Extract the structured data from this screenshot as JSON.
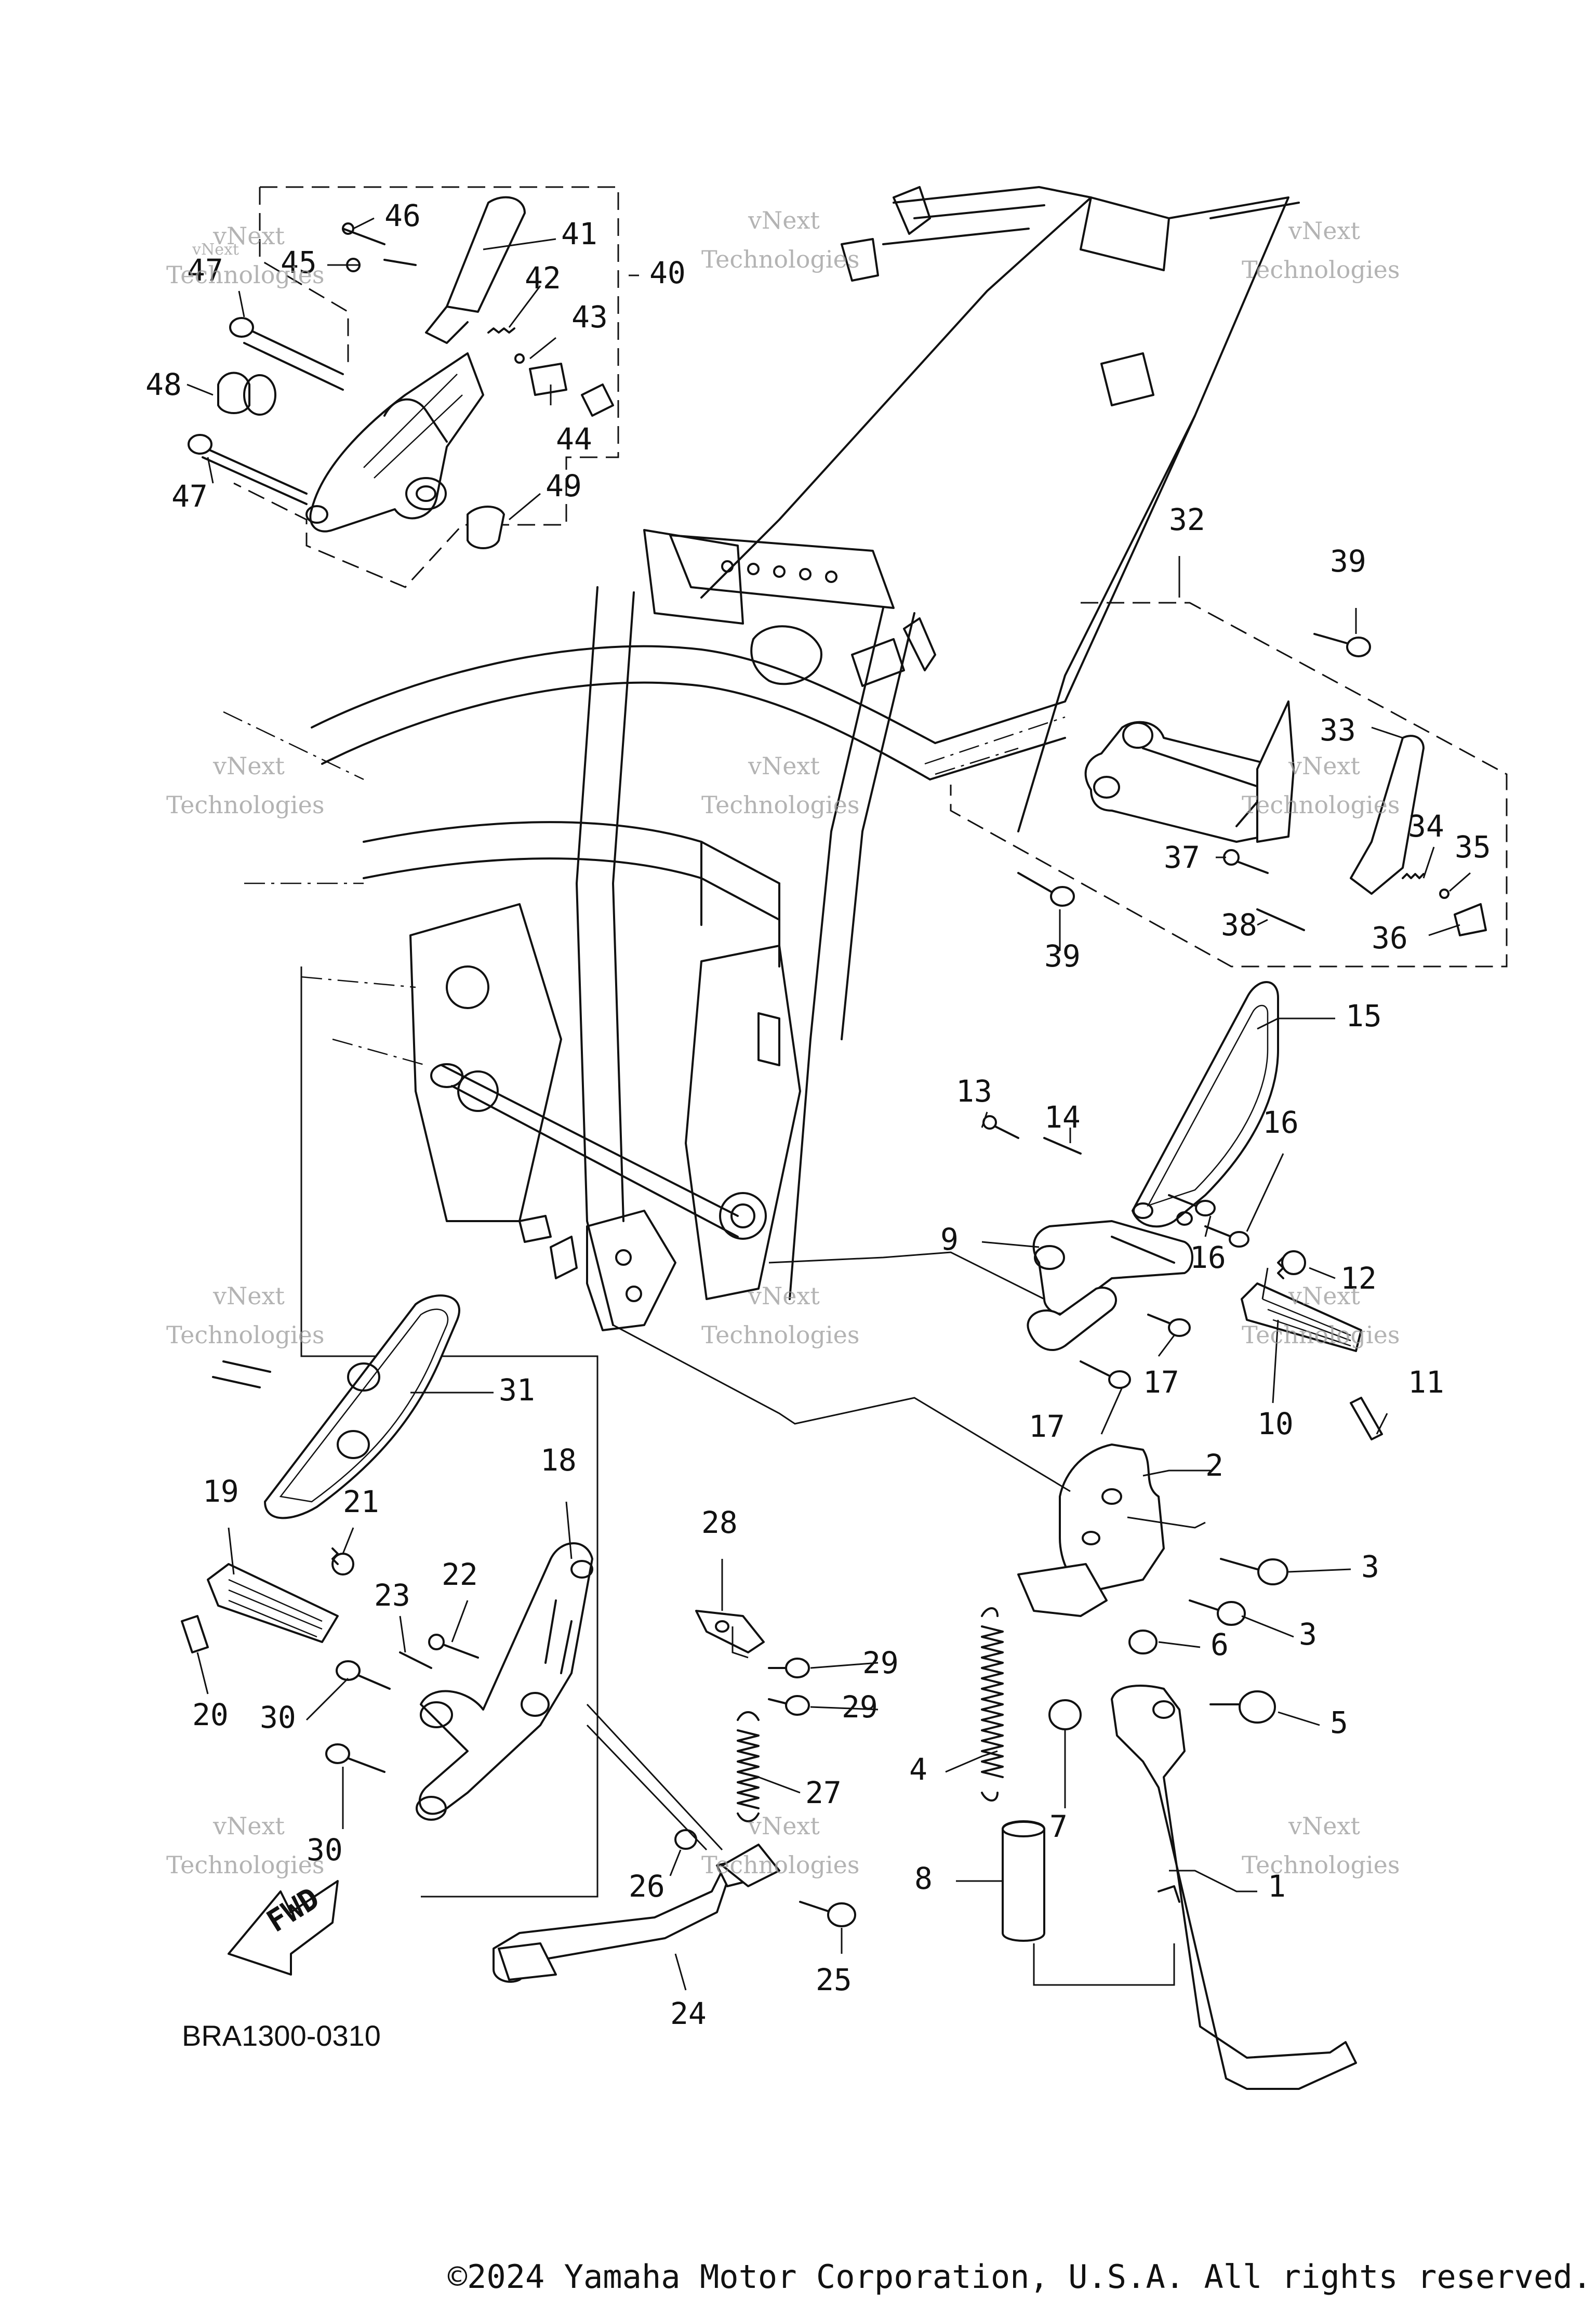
{
  "diagram_code": "BRA1300-0310",
  "copyright": "©2024 Yamaha Motor Corporation, U.S.A. All rights reserved.",
  "fwd_label": "FWD",
  "watermark": {
    "line1": "vNext",
    "line2": "Technologies"
  },
  "callouts": [
    "1",
    "2",
    "3",
    "3",
    "4",
    "5",
    "6",
    "7",
    "8",
    "9",
    "10",
    "11",
    "12",
    "13",
    "14",
    "15",
    "16",
    "16",
    "17",
    "17",
    "18",
    "19",
    "20",
    "21",
    "22",
    "23",
    "24",
    "25",
    "26",
    "27",
    "28",
    "29",
    "29",
    "30",
    "30",
    "31",
    "32",
    "33",
    "34",
    "35",
    "36",
    "37",
    "38",
    "39",
    "39",
    "40",
    "41",
    "42",
    "43",
    "44",
    "45",
    "46",
    "47",
    "47",
    "48",
    "49"
  ]
}
